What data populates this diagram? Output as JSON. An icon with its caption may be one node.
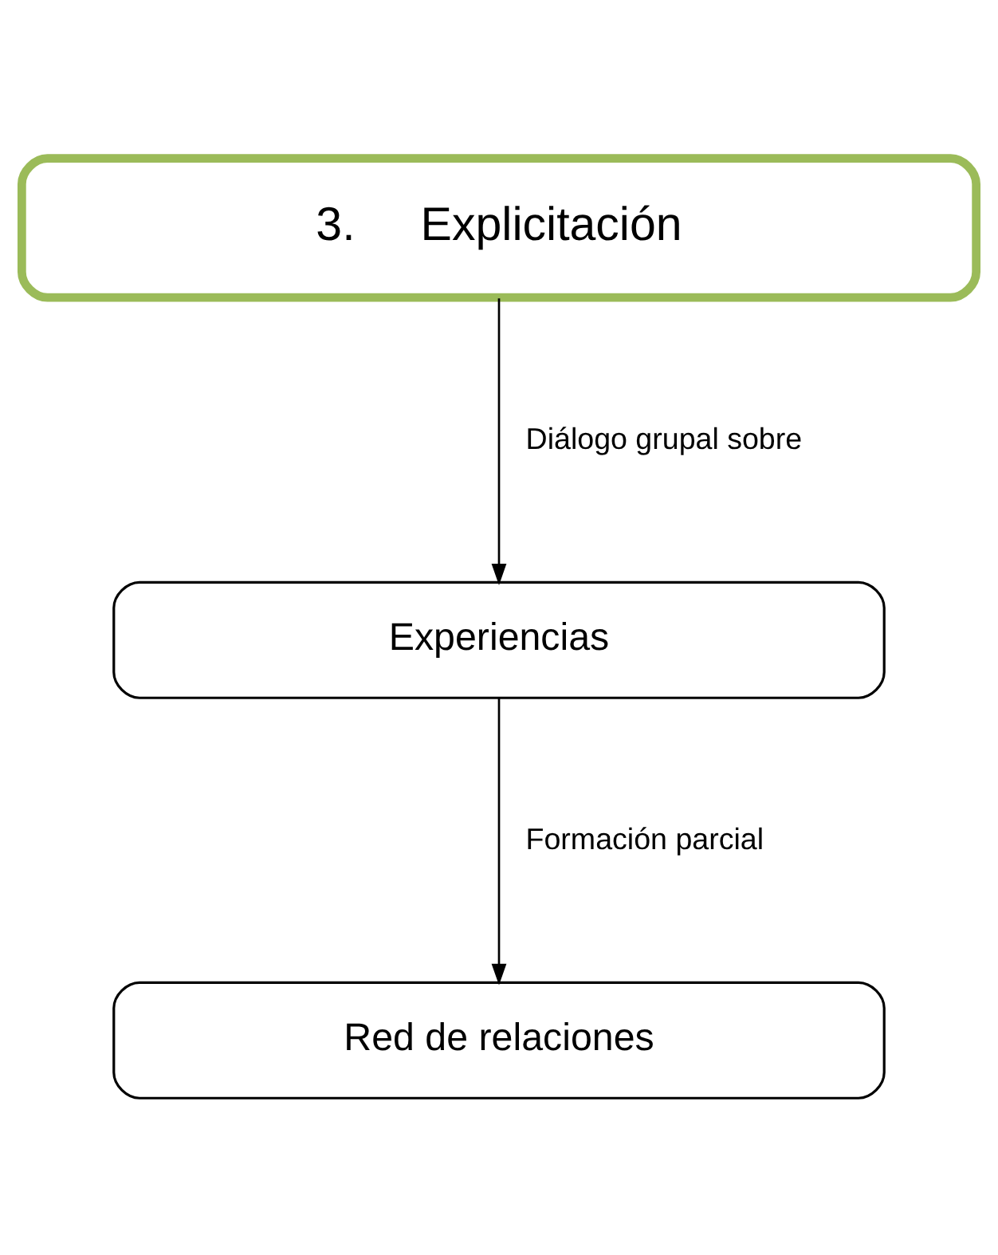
{
  "diagram": {
    "nodes": [
      {
        "text": [
          "3.     Explicitación"
        ]
      },
      {
        "text": [
          "Experiencias"
        ]
      },
      {
        "text": [
          "Red de relaciones"
        ]
      }
    ],
    "edges": [
      {
        "from": 0,
        "to": 1,
        "arrow": "to",
        "label": "Diálogo grupal sobre"
      },
      {
        "from": 1,
        "to": 2,
        "arrow": "to",
        "label": "Formación parcial"
      }
    ]
  }
}
